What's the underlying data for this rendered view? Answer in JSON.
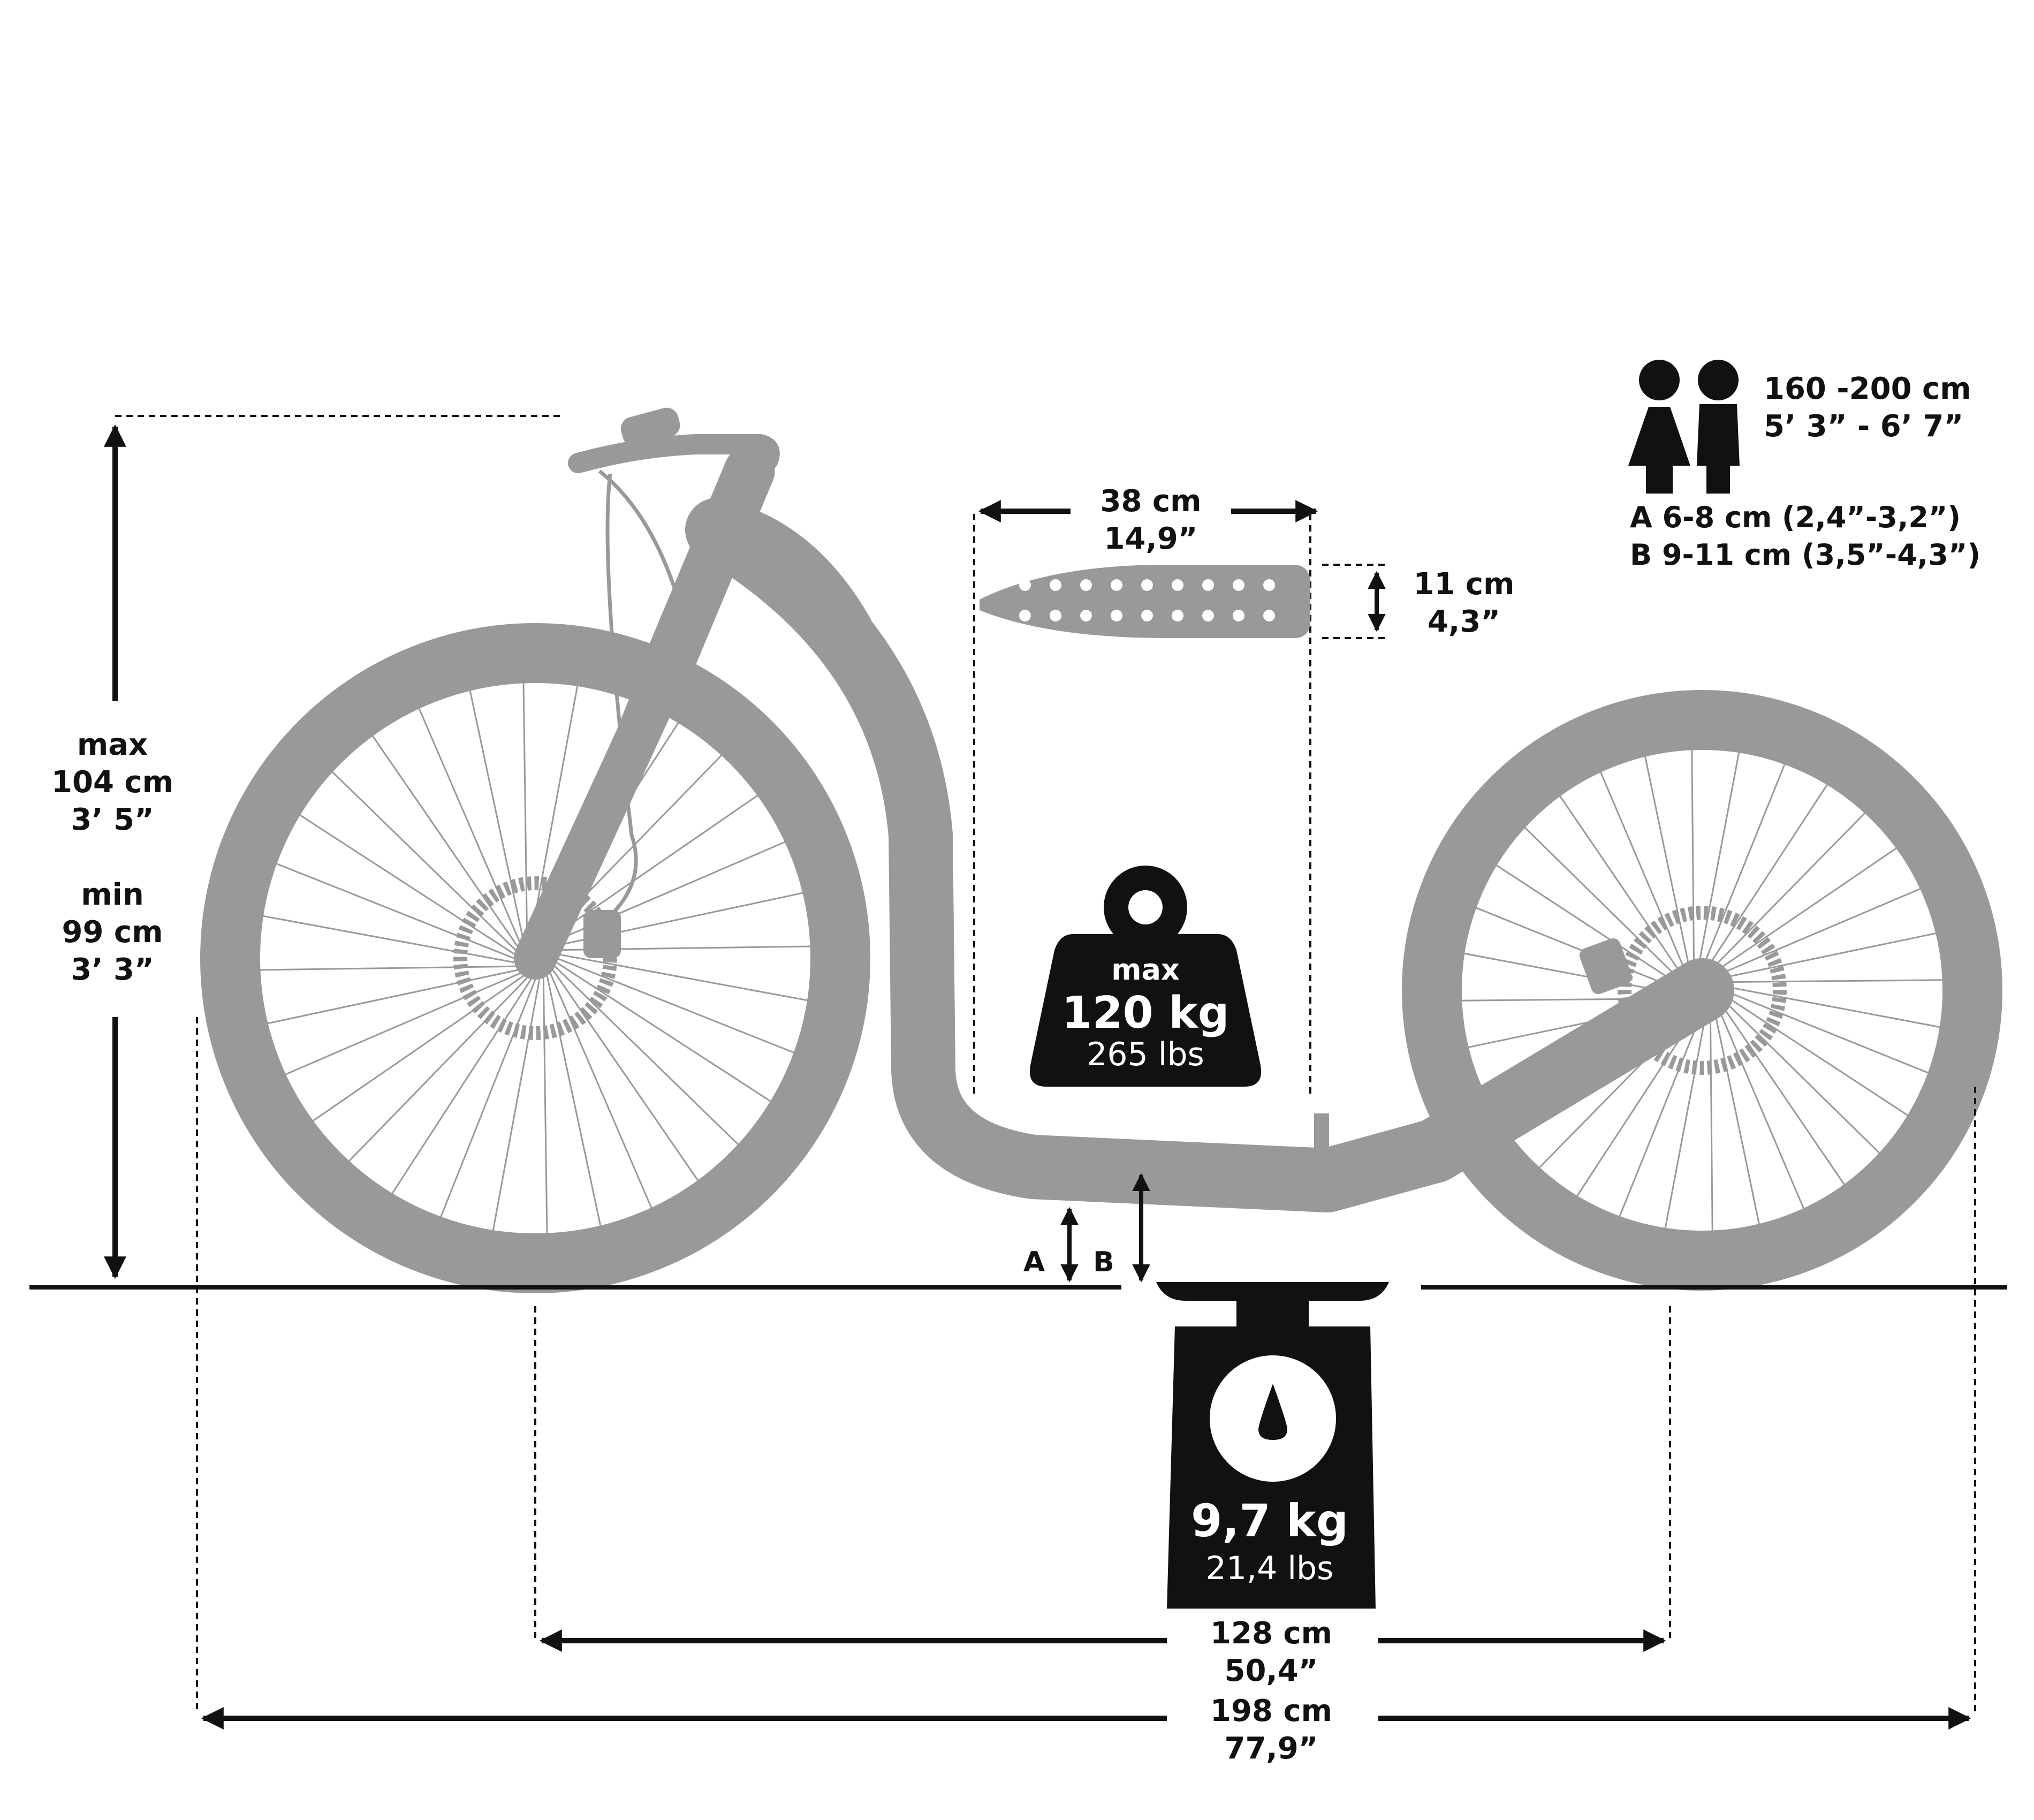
{
  "colors": {
    "scooter": "#999999",
    "ink": "#111111",
    "white": "#ffffff"
  },
  "height": {
    "max_word": "max",
    "max_cm": "104 cm",
    "max_ft": "3’ 5”",
    "min_word": "min",
    "min_cm": "99 cm",
    "min_ft": "3’ 3”"
  },
  "deck": {
    "length_cm": "38 cm",
    "length_in": "14,9”",
    "width_cm": "11 cm",
    "width_in": "4,3”"
  },
  "rider": {
    "height_cm": "160 -200 cm",
    "height_ft": "5’ 3” - 6’ 7”",
    "clearance_a": "A 6-8 cm (2,4”-3,2”)",
    "clearance_b": "B 9-11 cm (3,5”-4,3”)",
    "icon": "male-female-person-icon"
  },
  "load": {
    "word": "max",
    "kg": "120 kg",
    "lbs": "265 lbs",
    "icon": "weight-icon"
  },
  "scale": {
    "kg": "9,7 kg",
    "lbs": "21,4 lbs",
    "icon": "scale-icon"
  },
  "markers": {
    "a": "A",
    "b": "B"
  },
  "wheelbase": {
    "cm": "128 cm",
    "in": "50,4”"
  },
  "overall": {
    "cm": "198 cm",
    "in": "77,9”"
  }
}
